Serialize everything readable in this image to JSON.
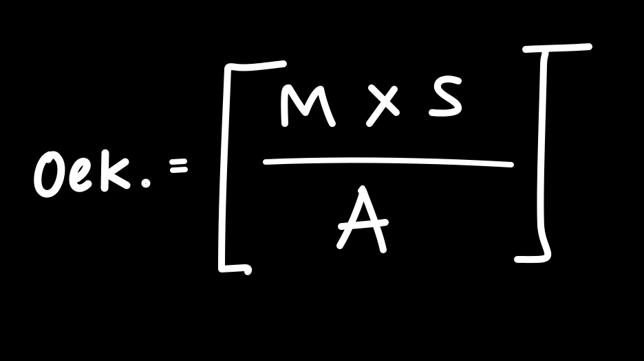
{
  "formula": {
    "lhs": "Oek.",
    "equals": "=",
    "bracket_open": "[",
    "numerator": {
      "left": "M",
      "operator": "×",
      "right": "S"
    },
    "denominator": "A",
    "bracket_close": "]",
    "full_text": "Oek. = [ M × S / A ]"
  },
  "colors": {
    "background": "#000000",
    "ink": "#ffffff"
  }
}
